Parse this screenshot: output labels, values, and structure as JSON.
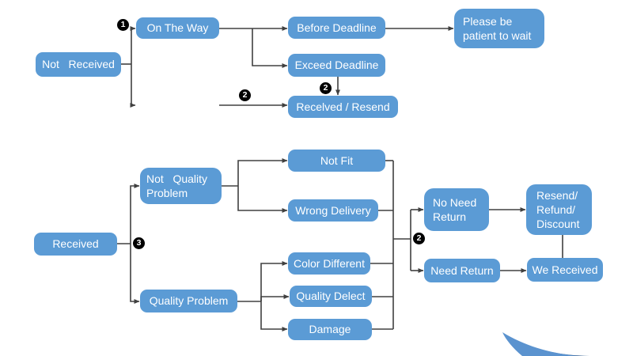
{
  "colors": {
    "node_fill": "#5b9bd5",
    "node_text": "#ffffff",
    "connector": "#404040",
    "marker_bg": "#000000",
    "marker_text": "#ffffff",
    "swoosh_light": "#5b93cf",
    "swoosh_dark": "#2e5b8e",
    "background": "#ffffff"
  },
  "nodes": [
    {
      "id": "not-received",
      "label": "Not   Received"
    },
    {
      "id": "on-the-way",
      "label": "On The Way"
    },
    {
      "id": "before-deadline",
      "label": "Before Deadline"
    },
    {
      "id": "please-wait",
      "label": "Please be\npatient to wait"
    },
    {
      "id": "exceed-deadline",
      "label": "Exceed Deadline"
    },
    {
      "id": "received-resend",
      "label": "Recelved / Resend"
    },
    {
      "id": "received",
      "label": "Received"
    },
    {
      "id": "not-quality-problem",
      "label": "Not   Quality\nProblem"
    },
    {
      "id": "quality-problem",
      "label": "Quality Problem"
    },
    {
      "id": "not-fit",
      "label": "Not Fit"
    },
    {
      "id": "wrong-delivery",
      "label": "Wrong Delivery"
    },
    {
      "id": "color-different",
      "label": "Color Different"
    },
    {
      "id": "quality-delect",
      "label": "Quality Delect"
    },
    {
      "id": "damage",
      "label": "Damage"
    },
    {
      "id": "no-need-return",
      "label": "No Need\nReturn"
    },
    {
      "id": "need-return",
      "label": "Need Return"
    },
    {
      "id": "resend-refund-discount",
      "label": "Resend/\nRefund/\nDiscount"
    },
    {
      "id": "we-received",
      "label": "We Received"
    }
  ],
  "markers": [
    {
      "n": "1"
    },
    {
      "n": "2"
    },
    {
      "n": "2"
    },
    {
      "n": "3"
    },
    {
      "n": "2"
    }
  ]
}
